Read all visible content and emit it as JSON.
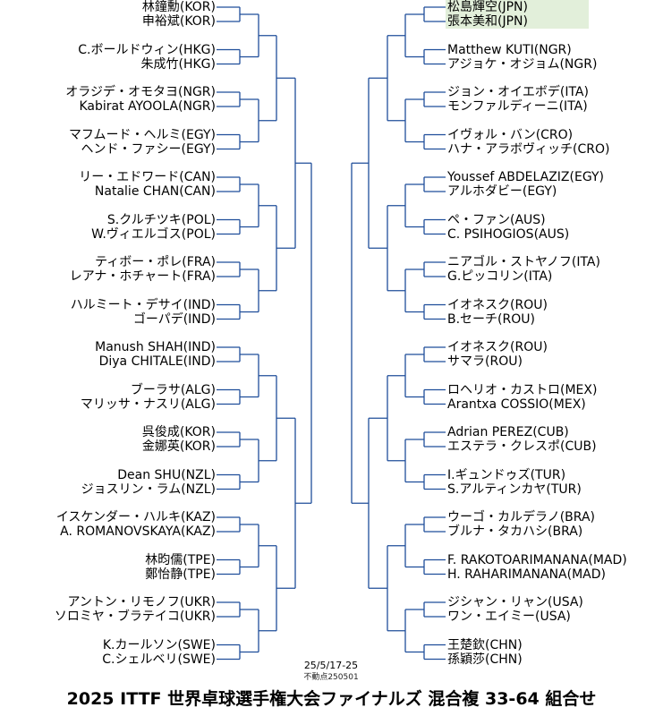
{
  "left": [
    "林鐘勳(KOR)",
    "申裕斌(KOR)",
    "C.ボールドウィン(HKG)",
    "朱成竹(HKG)",
    "オラジデ・オモタヨ(NGR)",
    "Kabirat AYOOLA(NGR)",
    "マフムード・ヘルミ(EGY)",
    "ヘンド・ファシー(EGY)",
    "リー・エドワード(CAN)",
    "Natalie CHAN(CAN)",
    "S.クルチツキ(POL)",
    "W.ヴィエルゴス(POL)",
    "ティボー・ポレ(FRA)",
    "レアナ・ホチャート(FRA)",
    "ハルミート・デサイ(IND)",
    "ゴーパデ(IND)",
    "Manush SHAH(IND)",
    "Diya CHITALE(IND)",
    "ブーラサ(ALG)",
    "マリッサ・ナスリ(ALG)",
    "呉俊成(KOR)",
    "金娜英(KOR)",
    "Dean SHU(NZL)",
    "ジョスリン・ラム(NZL)",
    "イスケンダー・ハルキ(KAZ)",
    "A. ROMANOVSKAYA(KAZ)",
    "林昀儒(TPE)",
    "鄭怡静(TPE)",
    "アントン・リモノフ(UKR)",
    "ソロミヤ・ブラテイコ(UKR)",
    "K.カールソン(SWE)",
    "C.シェルベリ(SWE)"
  ],
  "right": [
    "松島輝空(JPN)",
    "張本美和(JPN)",
    "Matthew KUTI(NGR)",
    "アジョケ・オジョム(NGR)",
    "ジョン・オイエボデ(ITA)",
    "モンファルディーニ(ITA)",
    "イヴォル・バン(CRO)",
    "ハナ・アラボヴィッチ(CRO)",
    "Youssef ABDELAZIZ(EGY)",
    "アルホダビー(EGY)",
    "ペ・ファン(AUS)",
    "C. PSIHOGIOS(AUS)",
    "ニアゴル・ストヤノフ(ITA)",
    "G.ピッコリン(ITA)",
    "イオネスク(ROU)",
    "B.セーチ(ROU)",
    "イオネスク(ROU)",
    "サマラ(ROU)",
    "ロヘリオ・カストロ(MEX)",
    "Arantxa COSSIO(MEX)",
    "Adrian PEREZ(CUB)",
    "エステラ・クレスポ(CUB)",
    "I.ギュンドゥズ(TUR)",
    "S.アルティンカヤ(TUR)",
    "ウーゴ・カルデラノ(BRA)",
    "ブルナ・タカハシ(BRA)",
    "F. RAKOTOARIMANANA(MAD)",
    "H. RAHARIMANANA(MAD)",
    "ジシャン・リャン(USA)",
    "ワン・エイミー(USA)",
    "王楚欽(CHN)",
    "孫穎莎(CHN)"
  ],
  "highlight_right_pair": 0,
  "highlight_color": "#e2efda",
  "line_color": "#1f4e9a",
  "date": "25/5/17-25",
  "subnote": "不動点250501",
  "title": "2025 ITTF 世界卓球選手権大会ファイナルズ 混合複 33-64 組合せ"
}
